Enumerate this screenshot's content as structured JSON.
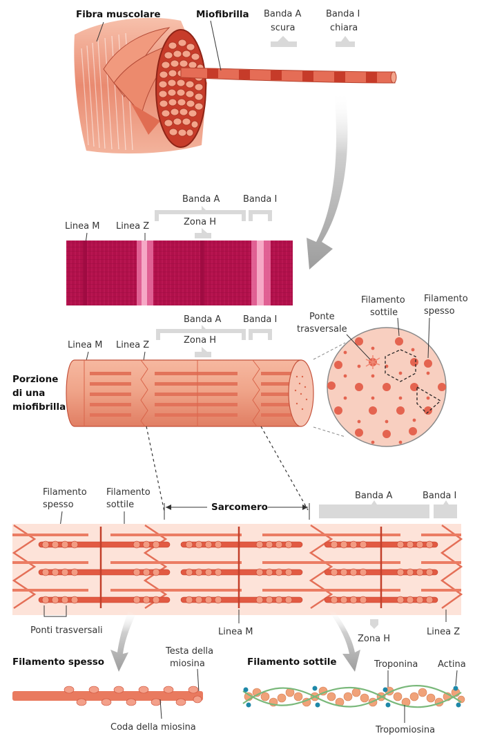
{
  "labels": {
    "fibra_muscolare": "Fibra muscolare",
    "miofibrilla": "Miofibrilla",
    "banda_a_scura_1": "Banda A",
    "banda_a_scura_2": "scura",
    "banda_i_chiara_1": "Banda I",
    "banda_i_chiara_2": "chiara",
    "banda_a": "Banda A",
    "banda_i": "Banda I",
    "zona_h": "Zona H",
    "linea_m": "Linea M",
    "linea_z": "Linea Z",
    "porzione_1": "Porzione",
    "porzione_2": "di una",
    "porzione_3": "miofibrilla",
    "ponte_1": "Ponte",
    "ponte_2": "trasversale",
    "fil_sottile_1": "Filamento",
    "fil_sottile_2": "sottile",
    "fil_spesso_1": "Filamento",
    "fil_spesso_2": "spesso",
    "sarcomero": "Sarcomero",
    "ponti_trasversali": "Ponti trasversali",
    "filamento_spesso_title": "Filamento spesso",
    "filamento_sottile_title": "Filamento sottile",
    "testa_1": "Testa della",
    "testa_2": "miosina",
    "coda": "Coda della miosina",
    "troponina": "Troponina",
    "actina": "Actina",
    "tropomiosina": "Tropomiosina"
  },
  "colors": {
    "muscle": "#e46f57",
    "muscle_light": "#f4a98f",
    "muscle_dark": "#b83c28",
    "micrograph": "#b0104a",
    "micrograph_band": "#e96fa0",
    "bracket": "#d9d9d9",
    "arrow": "#b9b9b9",
    "tropomyosin": "#79b87a",
    "troponin": "#1e88a8"
  }
}
